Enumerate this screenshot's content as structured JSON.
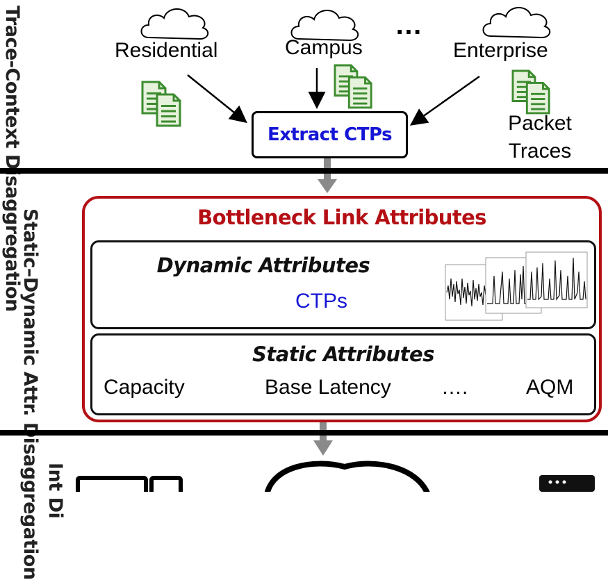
{
  "sections": {
    "trace_context": "Trace-Context Disaggregation",
    "static_dynamic": "Static–Dynamic Attr. Disaggregation",
    "bottom_partial": "Int Di"
  },
  "sources": {
    "residential": "Residential",
    "campus": "Campus",
    "ellipsis": "…",
    "enterprise": "Enterprise",
    "packet_traces": "Packet Traces"
  },
  "extract": "Extract CTPs",
  "bottleneck": {
    "title": "Bottleneck Link Attributes",
    "dynamic": {
      "title": "Dynamic Attributes",
      "ctps": "CTPs"
    },
    "static": {
      "title": "Static Attributes",
      "items": [
        "Capacity",
        "Base Latency",
        "….",
        "AQM"
      ]
    }
  },
  "colors": {
    "accent_red": "#b40f14",
    "accent_blue": "#1515d6",
    "doc_green": "#3c8c2f"
  },
  "icons": [
    "cloud-icon",
    "document-icon",
    "arrow-icon",
    "time-series-icon",
    "laptop-icon",
    "server-icon"
  ]
}
